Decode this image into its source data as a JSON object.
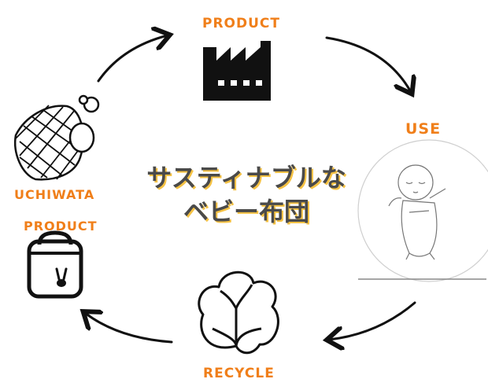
{
  "labels": {
    "product_top": "PRODUCT",
    "use": "USE",
    "recycle": "RECYCLE",
    "uchiwata": "UCHIWATA",
    "product_left": "PRODUCT"
  },
  "title": {
    "line1": "サスティナブルな",
    "line2": "ベビー布団"
  },
  "colors": {
    "accent": "#f07f1a",
    "title_text": "#4a4a4a",
    "title_shadow": "#f5c244",
    "ink": "#111111"
  },
  "icons": [
    "factory-icon",
    "sleeping-baby-illustration",
    "cotton-flower-icon",
    "futon-icon",
    "bag-rabbit-icon"
  ]
}
